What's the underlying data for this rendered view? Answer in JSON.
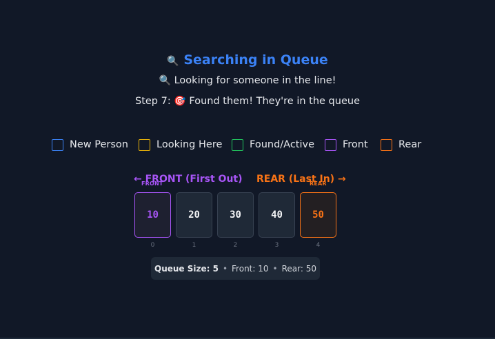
{
  "header": {
    "title_icon": "🔍",
    "title": "Searching in Queue",
    "subtitle_icon": "🔍",
    "subtitle": "Looking for someone in the line!",
    "step_prefix": "Step 7:",
    "step_icon": "🎯",
    "step_text": "Found them! They're in the queue"
  },
  "legend": [
    {
      "label": "New Person",
      "color": "#3b82f6"
    },
    {
      "label": "Looking Here",
      "color": "#eab308"
    },
    {
      "label": "Found/Active",
      "color": "#22c55e"
    },
    {
      "label": "Front",
      "color": "#a855f7"
    },
    {
      "label": "Rear",
      "color": "#f97316"
    }
  ],
  "directions": {
    "front_label": "← FRONT (First Out)",
    "rear_label": "REAR (Last In) →",
    "front_tag": "FRONT",
    "rear_tag": "REAR"
  },
  "queue": {
    "items": [
      {
        "value": "10",
        "index": "0",
        "role": "front"
      },
      {
        "value": "20",
        "index": "1",
        "role": ""
      },
      {
        "value": "30",
        "index": "2",
        "role": ""
      },
      {
        "value": "40",
        "index": "3",
        "role": ""
      },
      {
        "value": "50",
        "index": "4",
        "role": "rear"
      }
    ]
  },
  "info": {
    "size_label": "Queue Size: 5",
    "separator": "•",
    "front_text": "Front: 10",
    "rear_text": "Rear: 50"
  }
}
